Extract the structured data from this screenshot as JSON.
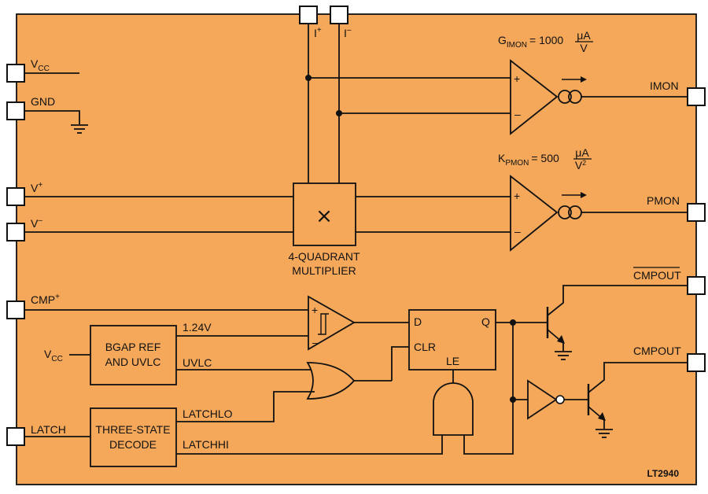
{
  "colors": {
    "chip_fill": "#f5a85a",
    "line": "#111111",
    "pin_fill": "#ffffff"
  },
  "part_number": "LT2940",
  "pins": {
    "vcc": "V",
    "vcc_sub": "CC",
    "gnd": "GND",
    "vplus": "V",
    "vplus_sup": "+",
    "vminus": "V",
    "vminus_sup": "–",
    "iplus": "I",
    "iplus_sup": "+",
    "iminus": "I",
    "iminus_sup": "–",
    "cmp": "CMP",
    "cmp_sup": "+",
    "latch": "LATCH",
    "imon": "IMON",
    "pmon": "PMON",
    "cmpout_bar": "CMPOUT",
    "cmpout": "CMPOUT"
  },
  "gains": {
    "gimon_prefix": "G",
    "gimon_sub": "IMON",
    "gimon_value": "= 1000",
    "gimon_num": "μA",
    "gimon_den": "V",
    "kpmon_prefix": "K",
    "kpmon_sub": "PMON",
    "kpmon_value": "= 500",
    "kpmon_num": "μA",
    "kpmon_den": "V",
    "kpmon_den_sup": "2"
  },
  "blocks": {
    "multiplier_symbol": "×",
    "multiplier_line1": "4-QUADRANT",
    "multiplier_line2": "MULTIPLIER",
    "bgap_line1": "BGAP REF",
    "bgap_line2": "AND UVLC",
    "decode_line1": "THREE-STATE",
    "decode_line2": "DECODE",
    "latch_d": "D",
    "latch_q": "Q",
    "latch_clr": "CLR",
    "latch_le": "LE"
  },
  "signals": {
    "ref": "1.24V",
    "uvlc": "UVLC",
    "latchlo": "LATCHLO",
    "latchhi": "LATCHHI",
    "vcc_in": "V",
    "vcc_in_sub": "CC"
  },
  "amp_signs": {
    "plus": "+",
    "minus": "–"
  }
}
